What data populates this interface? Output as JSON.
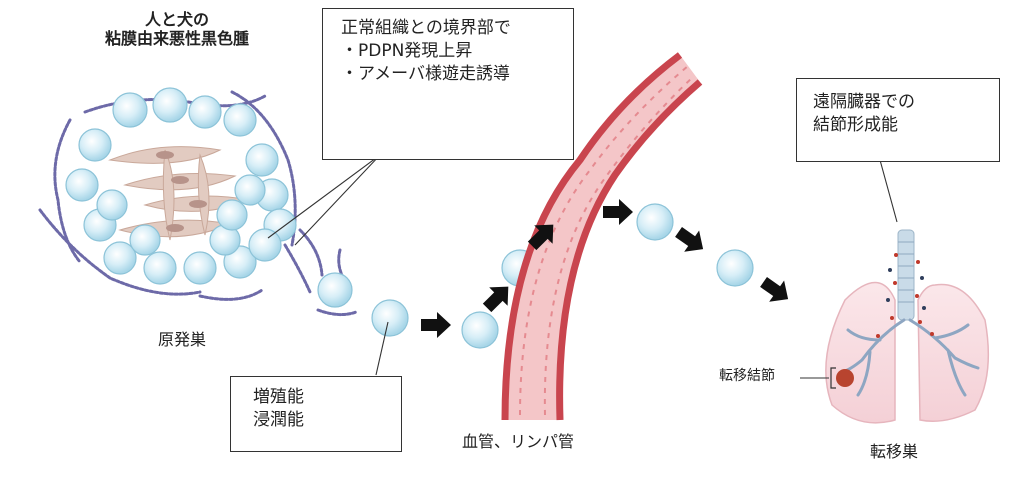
{
  "title": {
    "line1": "人と犬の",
    "line2": "粘膜由来悪性黒色腫"
  },
  "box_boundary": {
    "heading": "正常組織との境界部で",
    "items": [
      "・PDPN発現上昇",
      "・アメーバ様遊走誘導"
    ]
  },
  "box_metastasis": {
    "lines": [
      "遠隔臓器での",
      "結節形成能"
    ]
  },
  "box_growth": {
    "lines": [
      "増殖能",
      "浸潤能"
    ]
  },
  "labels": {
    "primary": "原発巣",
    "vessel": "血管、リンパ管",
    "node": "転移結節",
    "metastatic_site": "転移巣"
  },
  "colors": {
    "cell_fill": "#cfeaf4",
    "cell_stroke": "#8cc3d8",
    "fibroblast": "#e2cbc1",
    "vessel_outer": "#c9454e",
    "vessel_inner": "#f4c6c8",
    "fiber": "#6d6aa8",
    "up_arrow": "#e00000",
    "node": "#b8442f"
  }
}
